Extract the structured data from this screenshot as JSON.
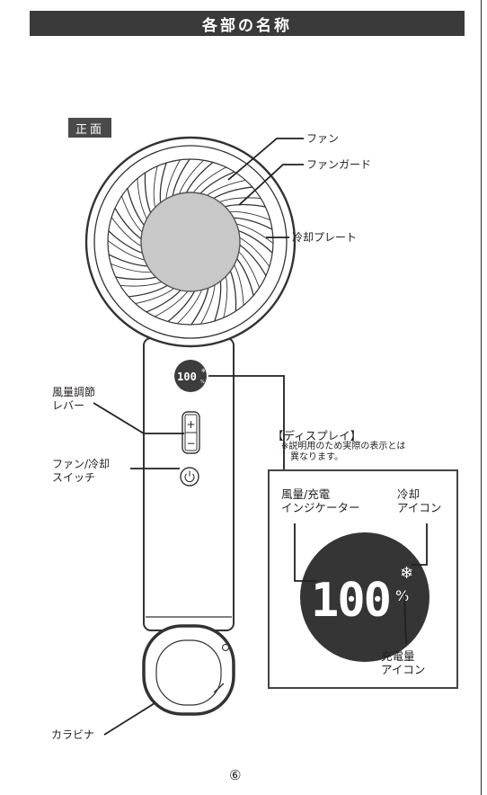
{
  "header": {
    "title": "各部の名称"
  },
  "front_label": "正面",
  "labels": {
    "fan": "ファン",
    "fan_guard": "ファンガード",
    "cooling_plate": "冷却プレート",
    "airflow_lever_1": "風量調節",
    "airflow_lever_2": "レバー",
    "switch_1": "ファン/冷却",
    "switch_2": "スイッチ",
    "carabiner": "カラビナ"
  },
  "display": {
    "heading": "【ディスプレイ】",
    "note_1": "※説明用のため実際の表示とは",
    "note_2": "異なります。",
    "indicator_1": "風量/充電",
    "indicator_2": "インジケーター",
    "cool_icon_1": "冷却",
    "cool_icon_2": "アイコン",
    "charge_icon_1": "充電量",
    "charge_icon_2": "アイコン",
    "readout": "100",
    "percent": "%"
  },
  "page_number": "⑥"
}
